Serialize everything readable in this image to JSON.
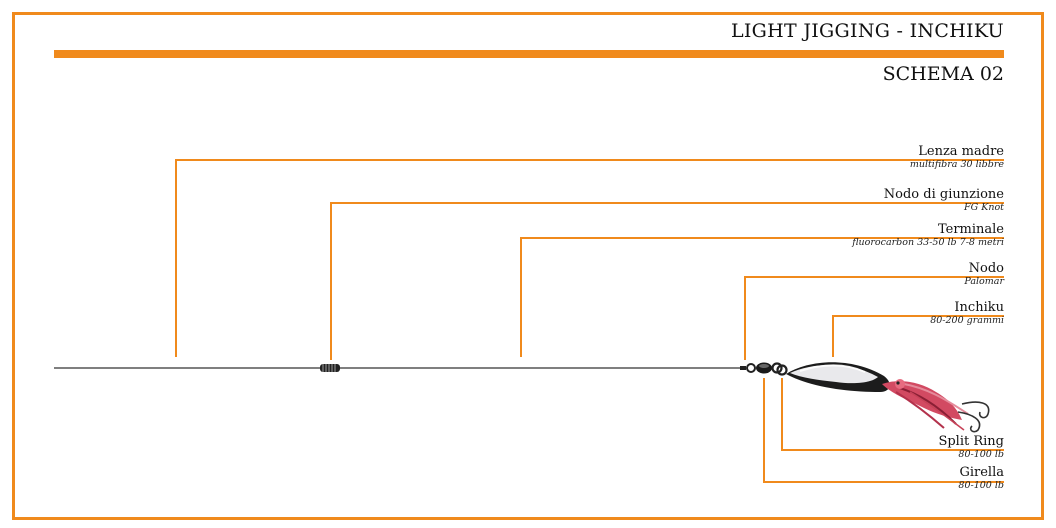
{
  "header": {
    "title": "LIGHT JIGGING - INCHIKU",
    "subtitle": "SCHEMA 02"
  },
  "colors": {
    "accent": "#f08a1c",
    "line": "#555555"
  },
  "callouts": [
    {
      "name": "Lenza madre",
      "spec": "multifibra 30 libbre"
    },
    {
      "name": "Nodo di giunzione",
      "spec": "FG Knot"
    },
    {
      "name": "Terminale",
      "spec": "fluorocarbon 33-50 lb 7-8 metri"
    },
    {
      "name": "Nodo",
      "spec": "Palomar"
    },
    {
      "name": "Inchiku",
      "spec": "80-200 grammi"
    },
    {
      "name": "Split Ring",
      "spec": "80-100 lb"
    },
    {
      "name": "Girella",
      "spec": "80-100 lb"
    }
  ]
}
